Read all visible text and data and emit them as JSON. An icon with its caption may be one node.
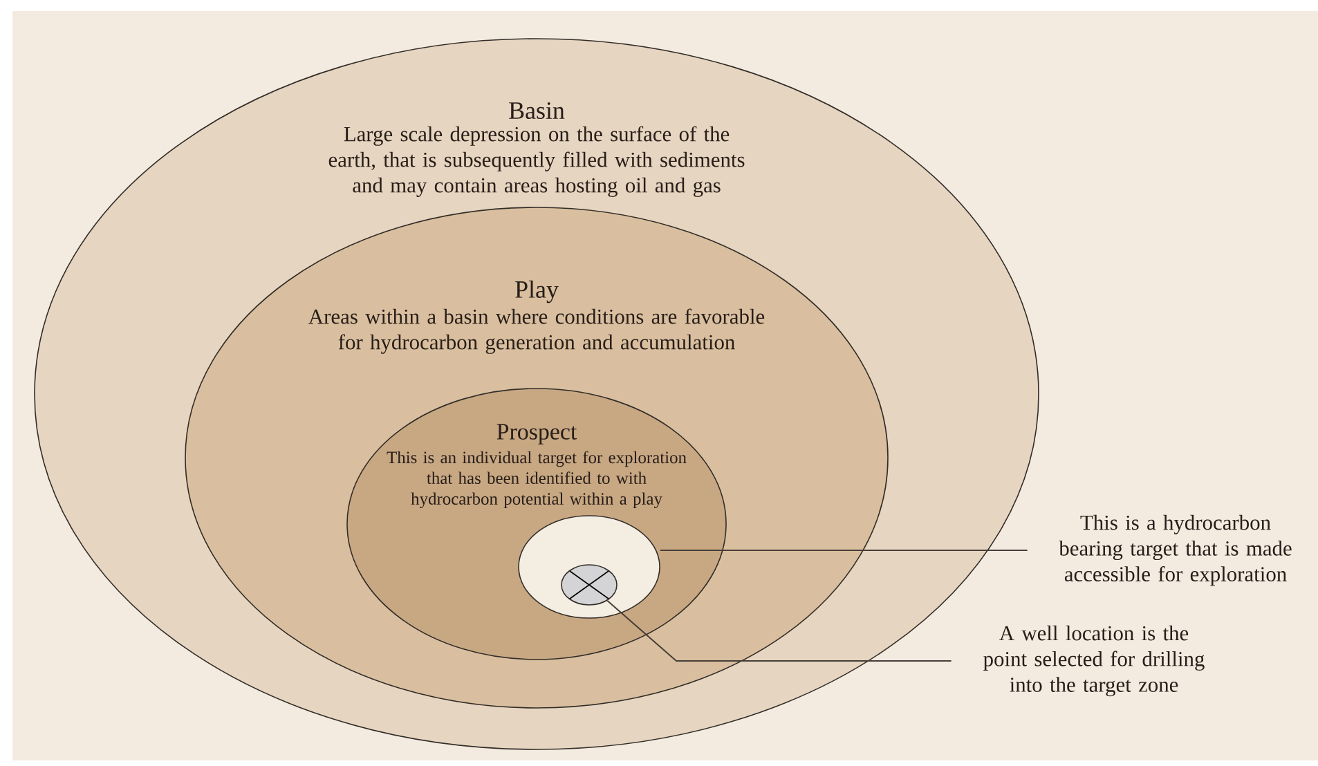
{
  "diagram": {
    "nodes": [
      {
        "text": [
          "Basin",
          "Large scale depression on the surface of the earth, that is subsequently filled with sediments and may contain areas hosting oil and gas"
        ]
      },
      {
        "text": [
          "Play",
          "Areas within a basin where conditions are favorable for hydrocarbon generation and accumulation"
        ],
        "in": 0
      },
      {
        "text": [
          "Prospect",
          "This is an individual target for exploration that has been identified to with hydrocarbon potential within a play"
        ],
        "in": 1
      },
      {
        "text": [],
        "shape": "ellipse",
        "in": 2
      },
      {
        "text": [],
        "shape": "circle",
        "in": 3
      },
      {
        "text": [
          "This is a hydrocarbon bearing target that is made accessible for exploration"
        ]
      },
      {
        "text": [
          "A well location is the point selected for drilling into the target zone"
        ]
      }
    ],
    "edges": [
      {
        "from": 5,
        "to": 3,
        "arrow": "none"
      },
      {
        "from": 6,
        "to": 4,
        "arrow": "none"
      }
    ]
  }
}
